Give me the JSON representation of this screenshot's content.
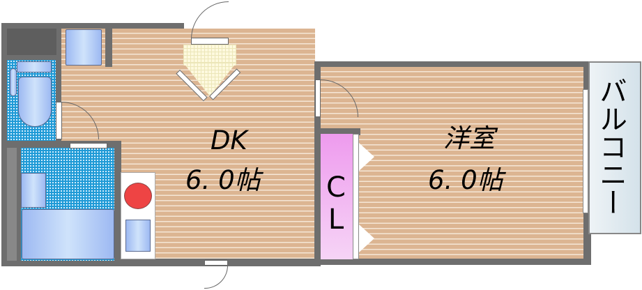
{
  "floorplan": {
    "rooms": [
      {
        "id": "dk",
        "name": "DK",
        "size": "6. 0帖"
      },
      {
        "id": "western",
        "name": "洋室",
        "size": "6. 0帖"
      },
      {
        "id": "closet",
        "name": "CL"
      },
      {
        "id": "balcony",
        "name": "バルコニー"
      }
    ],
    "colors": {
      "wall": "#6e6e6e",
      "floor": "#dcb592",
      "floor_stripe": "#f5e6d6",
      "wet_area_tile": "#1f9ad6",
      "entrance_tile": "#fdf9de",
      "closet": "#ee9bee",
      "balcony": "#dbe6ee",
      "stove": "#ee4444"
    }
  }
}
